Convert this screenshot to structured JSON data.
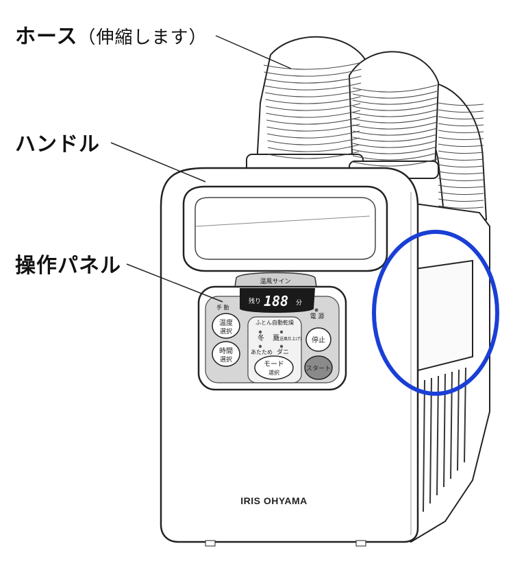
{
  "callouts": {
    "hose": {
      "label": "ホース",
      "note": "（伸縮します）"
    },
    "handle": {
      "label": "ハンドル"
    },
    "panel": {
      "label": "操作パネル"
    }
  },
  "panel": {
    "sign_label": "温風サイン",
    "remain_label": "残り",
    "display_digits": "188",
    "minutes_label": "分",
    "manual_label": "手 動",
    "power_label": "電 源",
    "auto_header": "ふとん自動乾燥",
    "temp_button": [
      "温度",
      "選択"
    ],
    "time_button": [
      "時間",
      "選択"
    ],
    "mode_winter": "冬",
    "mode_summer": "夏",
    "mode_summer_note": "(送風仕上げ)",
    "mode_warm": "あたため",
    "mode_mite": "ダニ",
    "mode_button": [
      "モード",
      "選択"
    ],
    "stop_button": "停止",
    "start_button": "スタート"
  },
  "brand": "IRIS OHYAMA",
  "highlight": {
    "shape": "ellipse",
    "color": "#1a3fd6"
  }
}
